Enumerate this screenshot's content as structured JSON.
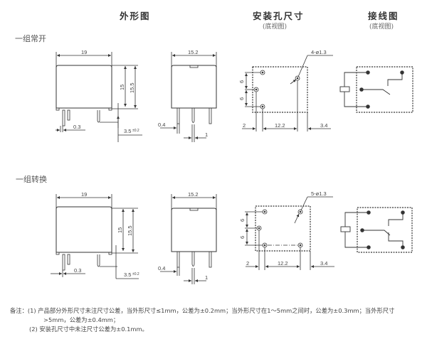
{
  "headers": {
    "outline": "外形图",
    "mounting": "安装孔尺寸",
    "mounting_sub": "(底视图)",
    "wiring": "接线图",
    "wiring_sub": "(底视图)"
  },
  "rows": [
    {
      "label": "一组常开",
      "front": {
        "width": "19",
        "height_body": "15",
        "height_total": "15.5",
        "pin_offset": "0.3",
        "pin_len": "3.5",
        "pin_len_tol": "±0.2"
      },
      "side": {
        "width": "15.2",
        "pin_w": "0.4",
        "pin_pitch": "1"
      },
      "holes": {
        "callout": "4-ø1.3",
        "v1": "6",
        "v2": "6",
        "h_left": "2",
        "h_mid": "12.2",
        "h_right": "3.4"
      },
      "wiring_type": "normally-open"
    },
    {
      "label": "一组转换",
      "front": {
        "width": "19",
        "height_body": "15",
        "height_total": "15.5",
        "pin_offset": "0.3",
        "pin_len": "3.5",
        "pin_len_tol": "±0.2"
      },
      "side": {
        "width": "15.2",
        "pin_w": "0.4",
        "pin_pitch": "1"
      },
      "holes": {
        "callout": "5-ø1.3",
        "v1": "6",
        "v2": "6",
        "h_left": "2",
        "h_mid": "12.2",
        "h_right": "3.4"
      },
      "wiring_type": "changeover"
    }
  ],
  "notes": {
    "prefix": "备注：",
    "n1_a": "(1)  产品部分外形尺寸未注尺寸公差，当外形尺寸≤1mm，公差为±0.2mm；当外形尺寸在1～5mm之间时，公差为±0.3mm；当外形尺寸",
    "n1_b": ">5mm，公差为±0.4mm；",
    "n2": "(2)  安装孔尺寸中未注尺寸公差为±0.1mm。"
  }
}
